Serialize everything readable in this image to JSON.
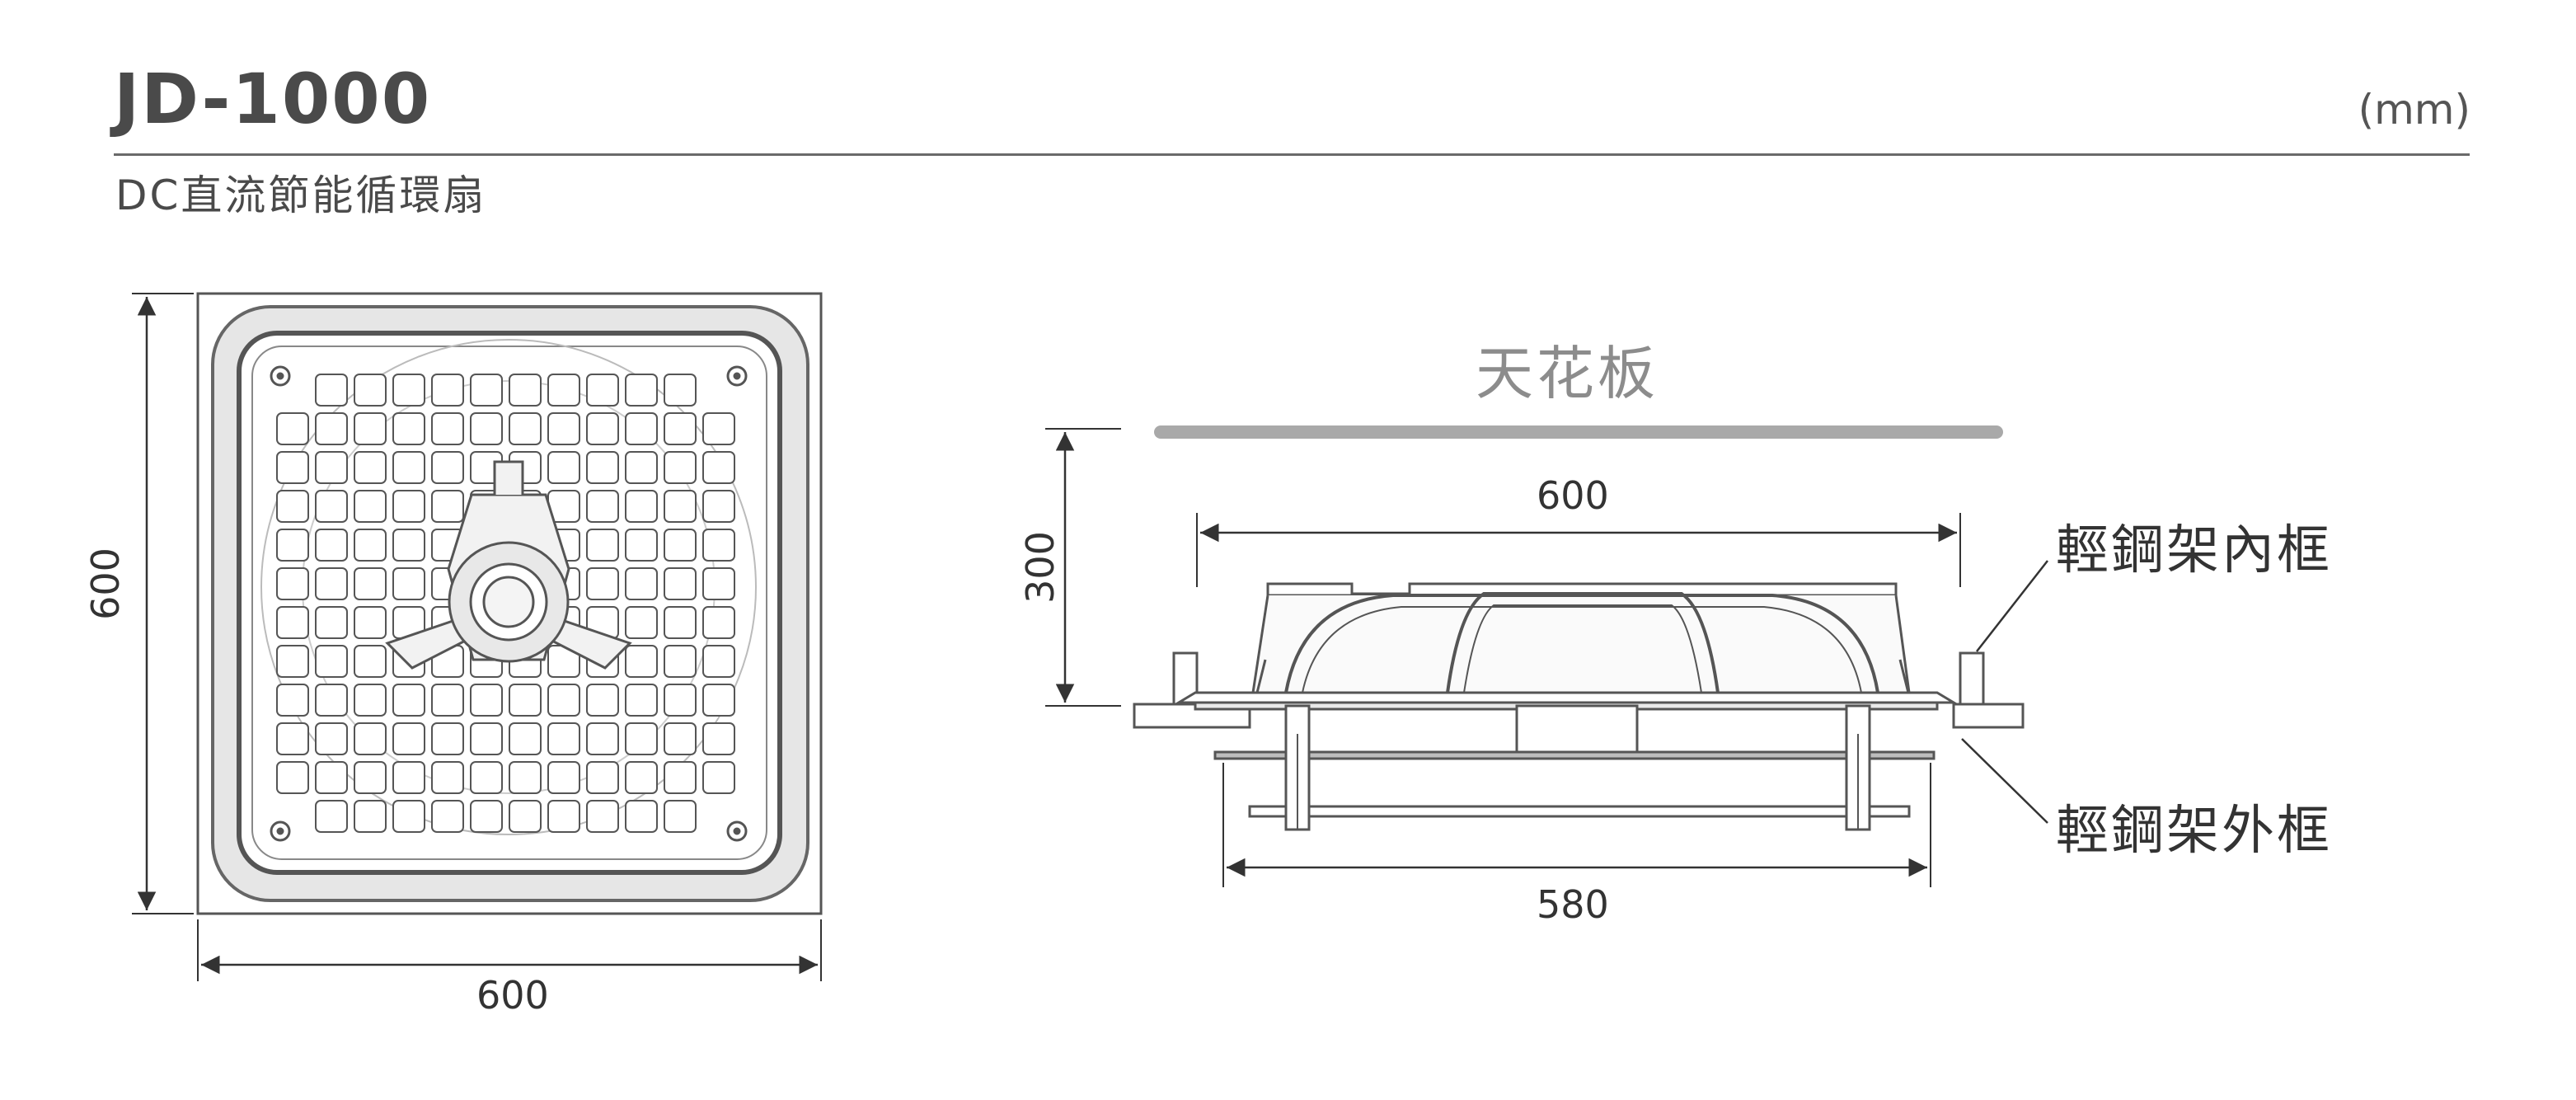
{
  "header": {
    "model": "JD-1000",
    "unit": "(mm)",
    "subtitle": "DC直流節能循環扇"
  },
  "front_view": {
    "height_dim": "600",
    "width_dim": "600"
  },
  "side_view": {
    "ceiling_label": "天花板",
    "height_dim": "300",
    "top_width_dim": "600",
    "bottom_width_dim": "580",
    "callout_inner": "輕鋼架內框",
    "callout_outer": "輕鋼架外框"
  }
}
